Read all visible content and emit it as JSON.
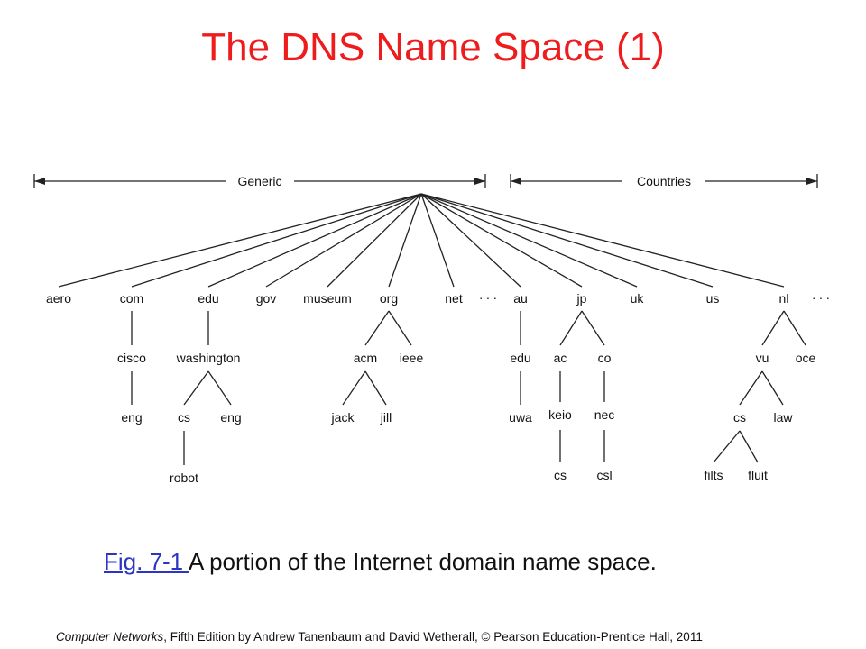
{
  "title": "The DNS Name Space (1)",
  "ranges": {
    "generic": "Generic",
    "countries": "Countries"
  },
  "ellipsis": ". . .",
  "tree": {
    "tlds": [
      "aero",
      "com",
      "edu",
      "gov",
      "museum",
      "org",
      "net",
      "au",
      "jp",
      "uk",
      "us",
      "nl"
    ],
    "children": {
      "com": [
        "cisco"
      ],
      "cisco": [
        "eng"
      ],
      "edu": [
        "washington"
      ],
      "washington": [
        "cs",
        "eng"
      ],
      "cs (washington)": [
        "robot"
      ],
      "org": [
        "acm",
        "ieee"
      ],
      "acm": [
        "jack",
        "jill"
      ],
      "au": [
        "edu"
      ],
      "edu (au)": [
        "uwa"
      ],
      "jp": [
        "ac",
        "co"
      ],
      "ac": [
        "keio"
      ],
      "keio": [
        "cs"
      ],
      "co": [
        "nec"
      ],
      "nec": [
        "csl"
      ],
      "nl": [
        "vu",
        "oce"
      ],
      "vu": [
        "cs",
        "law"
      ],
      "cs (vu)": [
        "filts",
        "fluit"
      ]
    }
  },
  "labels": {
    "aero": "aero",
    "com": "com",
    "edu": "edu",
    "gov": "gov",
    "museum": "museum",
    "org": "org",
    "net": "net",
    "au": "au",
    "jp": "jp",
    "uk": "uk",
    "us": "us",
    "nl": "nl",
    "cisco": "cisco",
    "com_eng": "eng",
    "washington": "washington",
    "wash_cs": "cs",
    "wash_eng": "eng",
    "robot": "robot",
    "acm": "acm",
    "ieee": "ieee",
    "jack": "jack",
    "jill": "jill",
    "au_edu": "edu",
    "uwa": "uwa",
    "ac": "ac",
    "co": "co",
    "keio": "keio",
    "nec": "nec",
    "keio_cs": "cs",
    "csl": "csl",
    "vu": "vu",
    "oce": "oce",
    "vu_cs": "cs",
    "law": "law",
    "filts": "filts",
    "fluit": "fluit"
  },
  "caption": {
    "link": "Fig. 7-1 ",
    "text": " A portion of the Internet domain name space."
  },
  "footer": {
    "book": "Computer Networks",
    "rest": ", Fifth Edition by Andrew Tanenbaum and David Wetherall, © Pearson Education-Prentice Hall, 2011"
  }
}
